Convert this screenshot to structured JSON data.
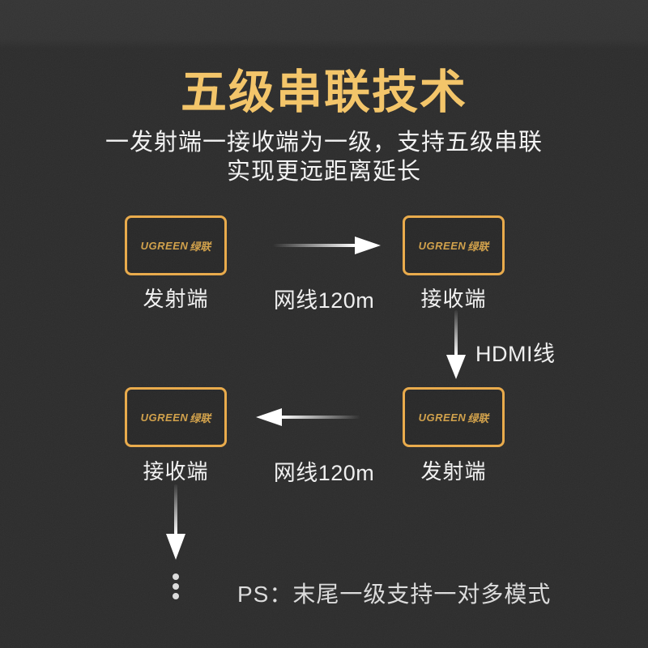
{
  "header": {
    "title": "五级串联技术",
    "subtitle_line1": "一发射端一接收端为一级，支持五级串联",
    "subtitle_line2": "实现更远距离延长"
  },
  "brand": {
    "logo_en": "UGREEN",
    "logo_cn": "绿联"
  },
  "diagram": {
    "stage1": {
      "transmitter_label": "发射端",
      "cable_label": "网线120m",
      "receiver_label": "接收端",
      "arrow_direction": "right"
    },
    "link": {
      "cable_label": "HDMI线",
      "arrow_direction": "down"
    },
    "stage2": {
      "receiver_label": "接收端",
      "cable_label": "网线120m",
      "transmitter_label": "发射端",
      "arrow_direction": "left"
    },
    "continuation": {
      "arrow_direction": "down",
      "ellipsis_dots": 3
    }
  },
  "footer": {
    "ps_note": "PS：末尾一级支持一对多模式"
  },
  "colors": {
    "background": "#2c2c2c",
    "title_gold": "#f3c56a",
    "box_border_gold": "#e9ab4c",
    "logo_gold": "#d2a24c",
    "text_white": "#f2f2f2",
    "note_gray": "#dcdcdc",
    "arrow_white": "#ffffff"
  }
}
